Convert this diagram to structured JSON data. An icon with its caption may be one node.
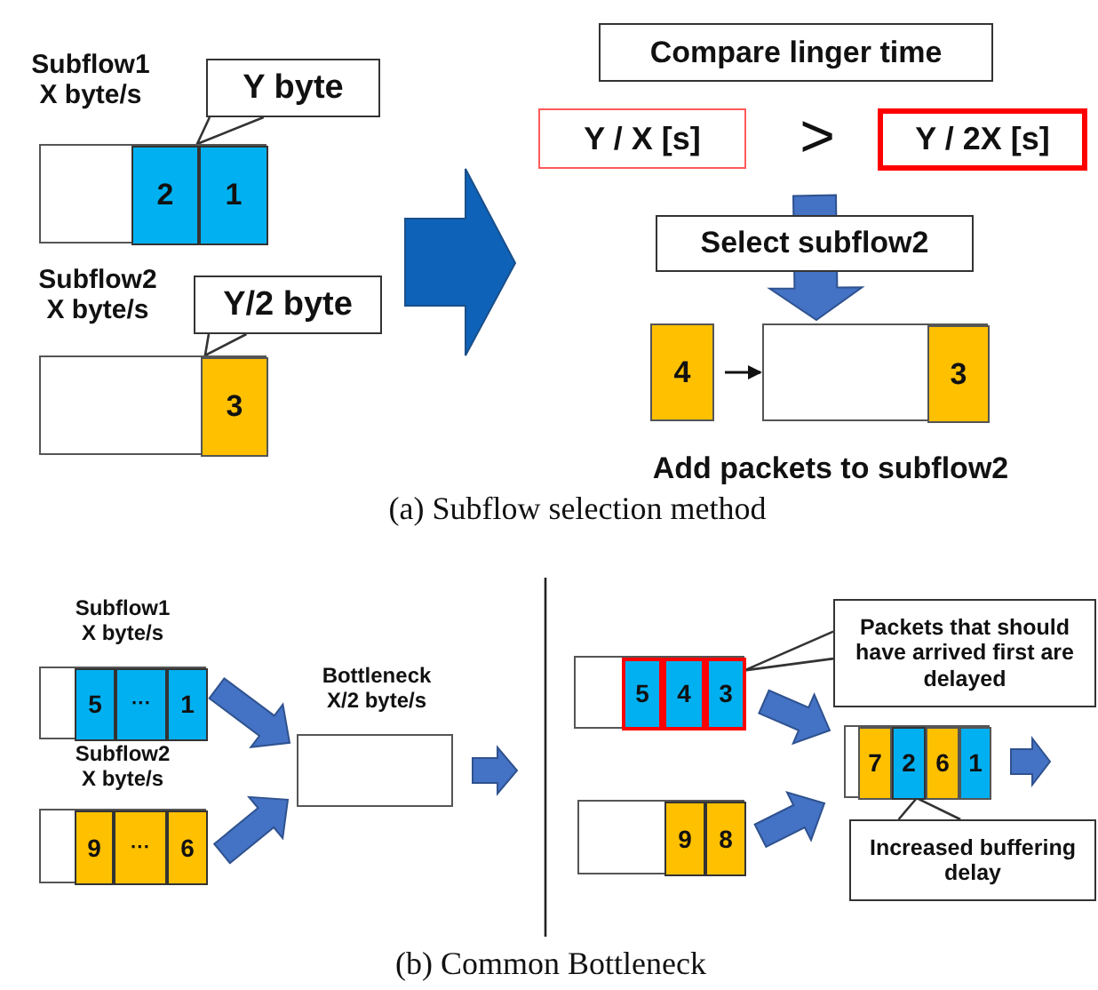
{
  "diagram": {
    "nodes": [
      {
        "text": [],
        "shape": "box",
        "beside": [
          "Subflow1 X byte/s"
        ]
      },
      {
        "text": [
          "2"
        ],
        "in": 0
      },
      {
        "text": [
          "1"
        ],
        "in": 0
      },
      {
        "text": [
          "Y byte"
        ]
      },
      {
        "text": [],
        "shape": "box",
        "beside": [
          "Subflow2 X byte/s"
        ]
      },
      {
        "text": [
          "3"
        ],
        "in": 4
      },
      {
        "text": [
          "Y/2 byte"
        ]
      },
      {
        "text": [
          "Compare linger time"
        ]
      },
      {
        "text": [
          "Y / X [s]"
        ]
      },
      {
        "text": [
          "Y / 2X [s]"
        ]
      },
      {
        "text": [
          "Select subflow2"
        ]
      },
      {
        "text": [
          "4"
        ]
      },
      {
        "text": [],
        "shape": "box",
        "beside": [
          "Add packets to subflow2"
        ]
      },
      {
        "text": [
          "3"
        ],
        "in": 12
      },
      {
        "text": [],
        "shape": "box",
        "beside": [
          "Subflow1 X byte/s"
        ]
      },
      {
        "text": [
          "5"
        ],
        "in": 14
      },
      {
        "text": [
          "···"
        ],
        "in": 14
      },
      {
        "text": [
          "1"
        ],
        "in": 14
      },
      {
        "text": [],
        "shape": "box"
      },
      {
        "text": [
          "9"
        ],
        "in": 18
      },
      {
        "text": [
          "···"
        ],
        "in": 18
      },
      {
        "text": [
          "6"
        ],
        "in": 18
      },
      {
        "text": [],
        "shape": "box",
        "beside": [
          "Bottleneck X/2 byte/s"
        ]
      },
      {
        "text": [],
        "shape": "box"
      },
      {
        "text": [
          "5"
        ],
        "in": 23
      },
      {
        "text": [
          "4"
        ],
        "in": 23
      },
      {
        "text": [
          "3"
        ],
        "in": 23
      },
      {
        "text": [
          "Packets that should have arrived first are delayed"
        ]
      },
      {
        "text": [],
        "shape": "box"
      },
      {
        "text": [
          "9"
        ],
        "in": 28
      },
      {
        "text": [
          "8"
        ],
        "in": 28
      },
      {
        "text": [],
        "shape": "box"
      },
      {
        "text": [
          "7"
        ],
        "in": 31
      },
      {
        "text": [
          "2"
        ],
        "in": 31
      },
      {
        "text": [
          "6"
        ],
        "in": 31
      },
      {
        "text": [
          "1"
        ],
        "in": 31
      },
      {
        "text": [
          "Increased buffering delay"
        ]
      }
    ],
    "edges": [
      {
        "from": 3,
        "to": 0,
        "arrow": "none"
      },
      {
        "from": 6,
        "to": 4,
        "arrow": "none"
      },
      {
        "from": 10,
        "to": 12,
        "arrow": "to",
        "style": "thick",
        "color": "#4472c4"
      },
      {
        "from": 11,
        "to": 12,
        "arrow": "to"
      },
      {
        "from": 14,
        "to": 22,
        "arrow": "to",
        "style": "thick",
        "color": "#4472c4"
      },
      {
        "from": 18,
        "to": 22,
        "arrow": "to",
        "style": "thick",
        "color": "#4472c4"
      },
      {
        "from": 22,
        "to": null,
        "arrow": "to",
        "style": "thick",
        "color": "#4472c4"
      },
      {
        "from": 27,
        "to": 23,
        "arrow": "none"
      },
      {
        "from": 23,
        "to": 31,
        "arrow": "to",
        "style": "thick",
        "color": "#4472c4"
      },
      {
        "from": 28,
        "to": 31,
        "arrow": "to",
        "style": "thick",
        "color": "#4472c4"
      },
      {
        "from": 31,
        "to": null,
        "arrow": "to",
        "style": "thick",
        "color": "#4472c4"
      },
      {
        "from": 36,
        "to": 31,
        "arrow": "none"
      }
    ],
    "labels": [
      ">",
      "(a) Subflow selection method",
      "Subflow2 X byte/s",
      "(b) Common Bottleneck"
    ]
  }
}
